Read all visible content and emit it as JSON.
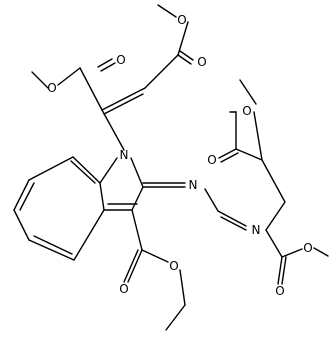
{
  "diagram": {
    "type": "chemical-structure",
    "atom_labels": {
      "o_ester1_methoxy": "O",
      "o_ester1_carbonyl": "O",
      "o_ester2_methoxy": "O",
      "o_ester2_carbonyl": "O",
      "n_ring": "N",
      "o_ester3_methoxy": "O",
      "o_ester3_carbonyl": "O",
      "n_azo1": "N",
      "n_azo2": "N",
      "o_ester4_methoxy": "O",
      "o_ester4_carbonyl": "O",
      "o_ester5_ethoxy": "O",
      "o_ester5_carbonyl": "O"
    }
  }
}
